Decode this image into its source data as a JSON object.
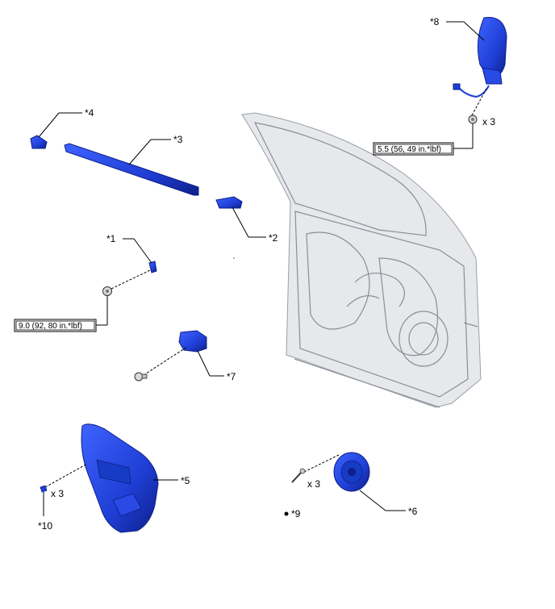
{
  "labels": {
    "p1": "*1",
    "p2": "*2",
    "p3": "*3",
    "p4": "*4",
    "p5": "*5",
    "p6": "*6",
    "p7": "*7",
    "p8": "*8",
    "p9": "*9",
    "p10": "*10"
  },
  "quantities": {
    "mirror_nuts": "x 3",
    "trim_clips": "x 3",
    "speaker_screws": "x 3"
  },
  "torque": {
    "mirror": "5.5 (56, 49 in.*lbf)",
    "bracket": "9.0 (92, 80 in.*lbf)"
  },
  "colors": {
    "part_blue": "#1f3fd6",
    "part_blue_dark": "#0e1f8a",
    "door_gray": "#e6e8eb",
    "line": "#000000"
  }
}
